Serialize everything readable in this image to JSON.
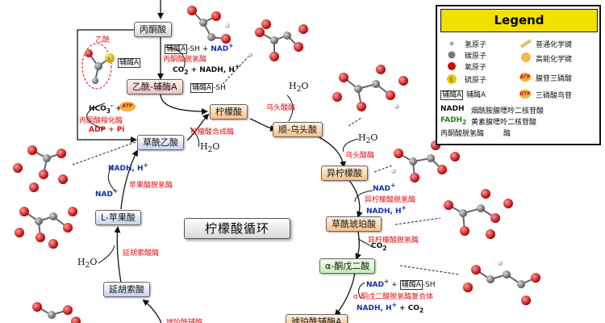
{
  "title": "柠檬酸循环",
  "metabolites": {
    "pyruvate": "丙酮酸",
    "acetyl_coa": "乙酰-辅酶A",
    "citrate": "柠檬酸",
    "cis_aconitate": "顺-乌头酸",
    "isocitrate": "异柠檬酸",
    "oxalosuccinate": "草酰琥珀酸",
    "akg": "α-酮戊二酸",
    "succinyl_coa": "琥珀酰辅酶A",
    "oxaloacetate": "草酰乙酸",
    "malate": "L-苹果酸",
    "fumarate": "延胡索酸"
  },
  "acetyl_label": "乙酰",
  "coa_label": "辅酶A",
  "cofactors": {
    "coa": "辅酶A",
    "coa_sh": "辅酶A-SH",
    "sh": "-SH",
    "plus": "+",
    "nad": "NAD",
    "nad_sup": "+",
    "co2_nadh": "CO",
    "co2_nadh_sub": "2",
    "co2_nadh_rest": " + NADH, H",
    "co2_nadh_sup": "+",
    "hco3": "HCO",
    "hco3_sub": "3",
    "hco3_sup": "-",
    "atp": "ATP",
    "adp_pi": "ADP + Pi",
    "water": "H",
    "water_sub": "2",
    "water_o": "O",
    "nadh_h": "NADH, H",
    "nadh_h_sup": "+",
    "co2": "CO",
    "co2_sub": "2",
    "akg_products": "NADH, H",
    "akg_products_sup": "+",
    "akg_products_rest": " + CO",
    "akg_products_sub": "2"
  },
  "enzymes": {
    "pyruvate_dehydrogenase": "丙酮酸脱氢酶",
    "pyruvate_carboxylase": "丙酮酸羧化酶",
    "citrate_synthase": "柠檬酸合成酶",
    "aconitase_1": "乌头酸酶",
    "aconitase_2": "乌头酸酶",
    "isocitrate_dehydrogenase_1": "异柠檬酸脱氢酶",
    "isocitrate_dehydrogenase_2": "异柠檬酸脱氢酶",
    "akg_dehydrogenase": "α-酮戊二酸脱氢酶复合体",
    "malate_dehydrogenase": "苹果酸脱氢酶",
    "fumarase": "延胡索酸酶",
    "succinyl_partial": "琥珀酰辅酶"
  },
  "legend": {
    "title": "Legend",
    "hydrogen": "氢原子",
    "carbon": "碳原子",
    "oxygen": "氧原子",
    "sulfur": "硫原子",
    "sulfur_letter": "S",
    "coa": "辅酶A",
    "bond": "普通化学键",
    "high_energy_bond": "高能化学键",
    "atp": "腺苷三磷酸",
    "atp_icon": "ATP",
    "gtp": "三磷酸鸟苷",
    "gtp_icon": "GTP",
    "nadh": "NADH",
    "nadh_desc": "烟酰胺腺嘌呤二核苷酸",
    "fadh": "FADH",
    "fadh_sub": "2",
    "fadh_desc": "黄素腺嘌呤二核苷酸",
    "enzyme_example": "丙酮酸脱氢酶",
    "enzyme": "酶"
  },
  "colors": {
    "enzyme_red": "#e01010",
    "cofactor_blue": "#1030b0",
    "legend_header": "#f2e000",
    "atp_glow": "#f08c10"
  }
}
